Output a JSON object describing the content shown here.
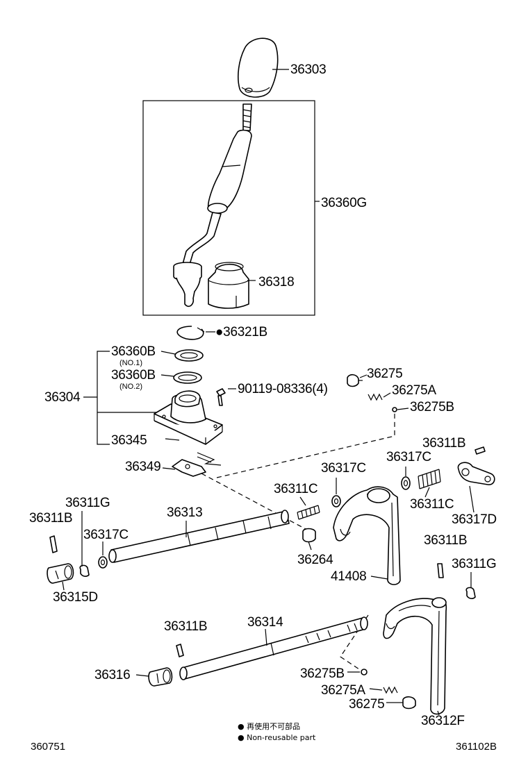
{
  "parts": {
    "p36303": "36303",
    "p36360G": "36360G",
    "p36318": "36318",
    "p36321B": "●36321B",
    "p36360B_1": "36360B",
    "p36360B_1_sub": "(NO.1)",
    "p36360B_2": "36360B",
    "p36360B_2_sub": "(NO.2)",
    "p36304": "36304",
    "p90119": "90119-08336(4)",
    "p36345": "36345",
    "p36349": "36349",
    "p36275_top": "36275",
    "p36275A_top": "36275A",
    "p36275B_top": "36275B",
    "p36311B_right": "36311B",
    "p36317C_mid": "36317C",
    "p36317C_right": "36317C",
    "p36311C_mid": "36311C",
    "p36311C_right": "36311C",
    "p36317D": "36317D",
    "p36311G_left": "36311G",
    "p36311B_left": "36311B",
    "p36313": "36313",
    "p36317C_left": "36317C",
    "p36315D": "36315D",
    "p36264": "36264",
    "p41408": "41408",
    "p36311B_lowright": "36311B",
    "p36311G_lowright": "36311G",
    "p36311B_low": "36311B",
    "p36314": "36314",
    "p36316": "36316",
    "p36275B_low": "36275B",
    "p36275A_low": "36275A",
    "p36275_low": "36275",
    "p36312F": "36312F"
  },
  "legend": {
    "line1": "● 再使用不可部品",
    "line2": "● Non-reusable part"
  },
  "footer": {
    "left_code": "360751",
    "right_code": "361102B"
  }
}
